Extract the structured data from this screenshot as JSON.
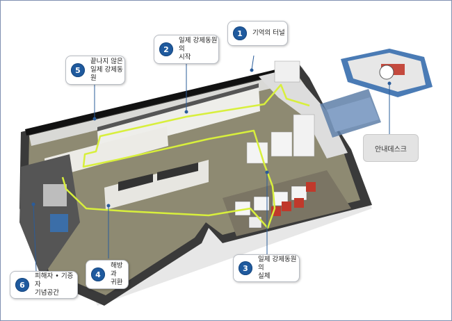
{
  "callouts": [
    {
      "number": "1",
      "label": "기억의 터널"
    },
    {
      "number": "2",
      "label": "일제 강제동원의\n시작"
    },
    {
      "number": "3",
      "label": "일제 강제동원의\n실체"
    },
    {
      "number": "4",
      "label": "해방과\n귀환"
    },
    {
      "number": "5",
      "label": "끝나지 않은\n일제 강제동원"
    },
    {
      "number": "6",
      "label": "피해자 • 기증자\n기념공간"
    }
  ],
  "info_desk": {
    "label": "안내데스크"
  },
  "colors": {
    "badge": "#1f5a9e",
    "route": "#d8ef3c",
    "walls": "#f2f2f2",
    "floor": "#8e8a72"
  }
}
